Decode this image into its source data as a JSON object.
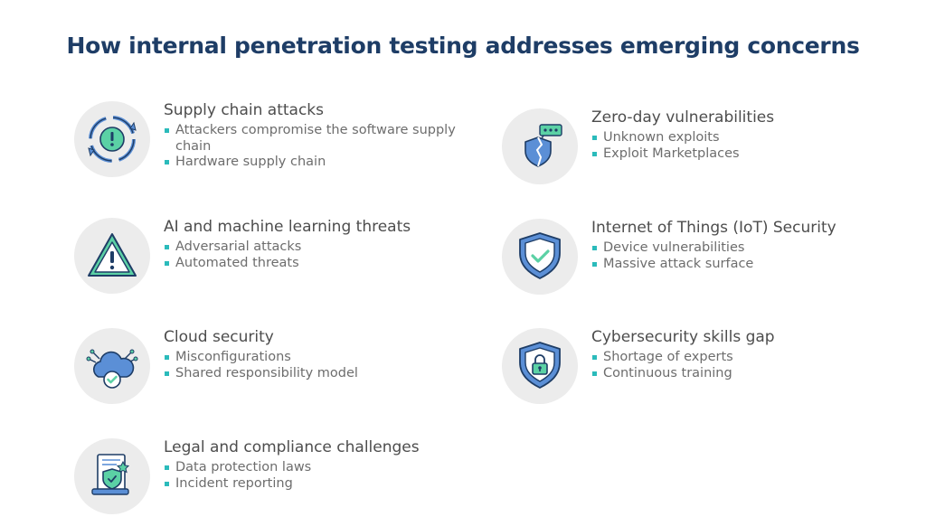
{
  "title": "How internal penetration testing addresses emerging concerns",
  "colors": {
    "title": "#1e3d66",
    "icon_blue": "#5b8fd6",
    "icon_green": "#5bd1a5",
    "bullet": "#2bbbbb",
    "circle_bg": "#ececec"
  },
  "items": [
    {
      "icon": "supply-chain-cycle-icon",
      "heading": "Supply chain attacks",
      "bullets": [
        "Attackers compromise the software supply chain",
        "Hardware supply chain"
      ]
    },
    {
      "icon": "warning-triangle-icon",
      "heading": "AI and machine learning threats",
      "bullets": [
        "Adversarial attacks",
        "Automated threats"
      ]
    },
    {
      "icon": "cloud-check-icon",
      "heading": "Cloud security",
      "bullets": [
        "Misconfigurations",
        "Shared responsibility model"
      ]
    },
    {
      "icon": "legal-document-shield-icon",
      "heading": "Legal and compliance challenges",
      "bullets": [
        "Data protection laws",
        "Incident reporting"
      ]
    },
    {
      "icon": "broken-shield-icon",
      "heading": "Zero-day vulnerabilities",
      "bullets": [
        "Unknown exploits",
        "Exploit Marketplaces"
      ]
    },
    {
      "icon": "shield-check-icon",
      "heading": "Internet of Things (IoT) Security",
      "bullets": [
        "Device vulnerabilities",
        "Massive attack surface"
      ]
    },
    {
      "icon": "shield-lock-icon",
      "heading": "Cybersecurity skills gap",
      "bullets": [
        "Shortage of experts",
        "Continuous training"
      ]
    }
  ]
}
